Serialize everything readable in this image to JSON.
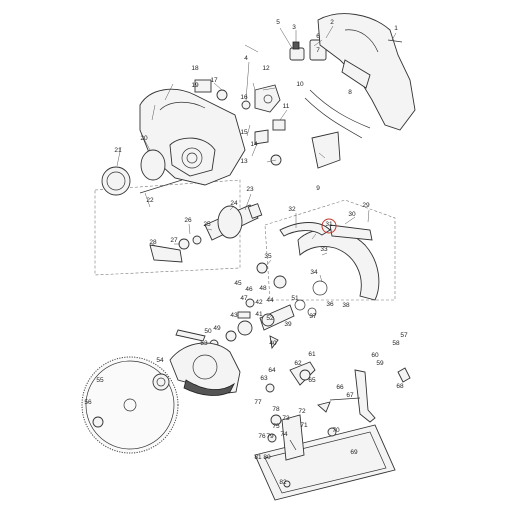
{
  "labels": [
    "1",
    "2",
    "3",
    "4",
    "5",
    "6",
    "7",
    "8",
    "9",
    "10",
    "11",
    "12",
    "13",
    "14",
    "15",
    "16",
    "17",
    "18",
    "19",
    "20",
    "21",
    "22",
    "23",
    "24",
    "25",
    "26",
    "27",
    "28",
    "29",
    "30",
    "31",
    "32",
    "33",
    "34",
    "35",
    "36",
    "37",
    "38",
    "39",
    "40",
    "41",
    "42",
    "43",
    "44",
    "45",
    "46",
    "47",
    "48",
    "49",
    "50",
    "51",
    "52",
    "53",
    "54",
    "55",
    "56",
    "57",
    "58",
    "59",
    "60",
    "61",
    "62",
    "63",
    "64",
    "65",
    "66",
    "67",
    "68",
    "69",
    "70",
    "71",
    "72",
    "73",
    "74",
    "75",
    "76",
    "77",
    "78",
    "79",
    "80",
    "81",
    "82"
  ],
  "highlighted_label": "31",
  "colors": {
    "line": "#333333",
    "fill": "#f4f4f4",
    "dark_fill": "#555555",
    "highlight": "#c0392b"
  }
}
